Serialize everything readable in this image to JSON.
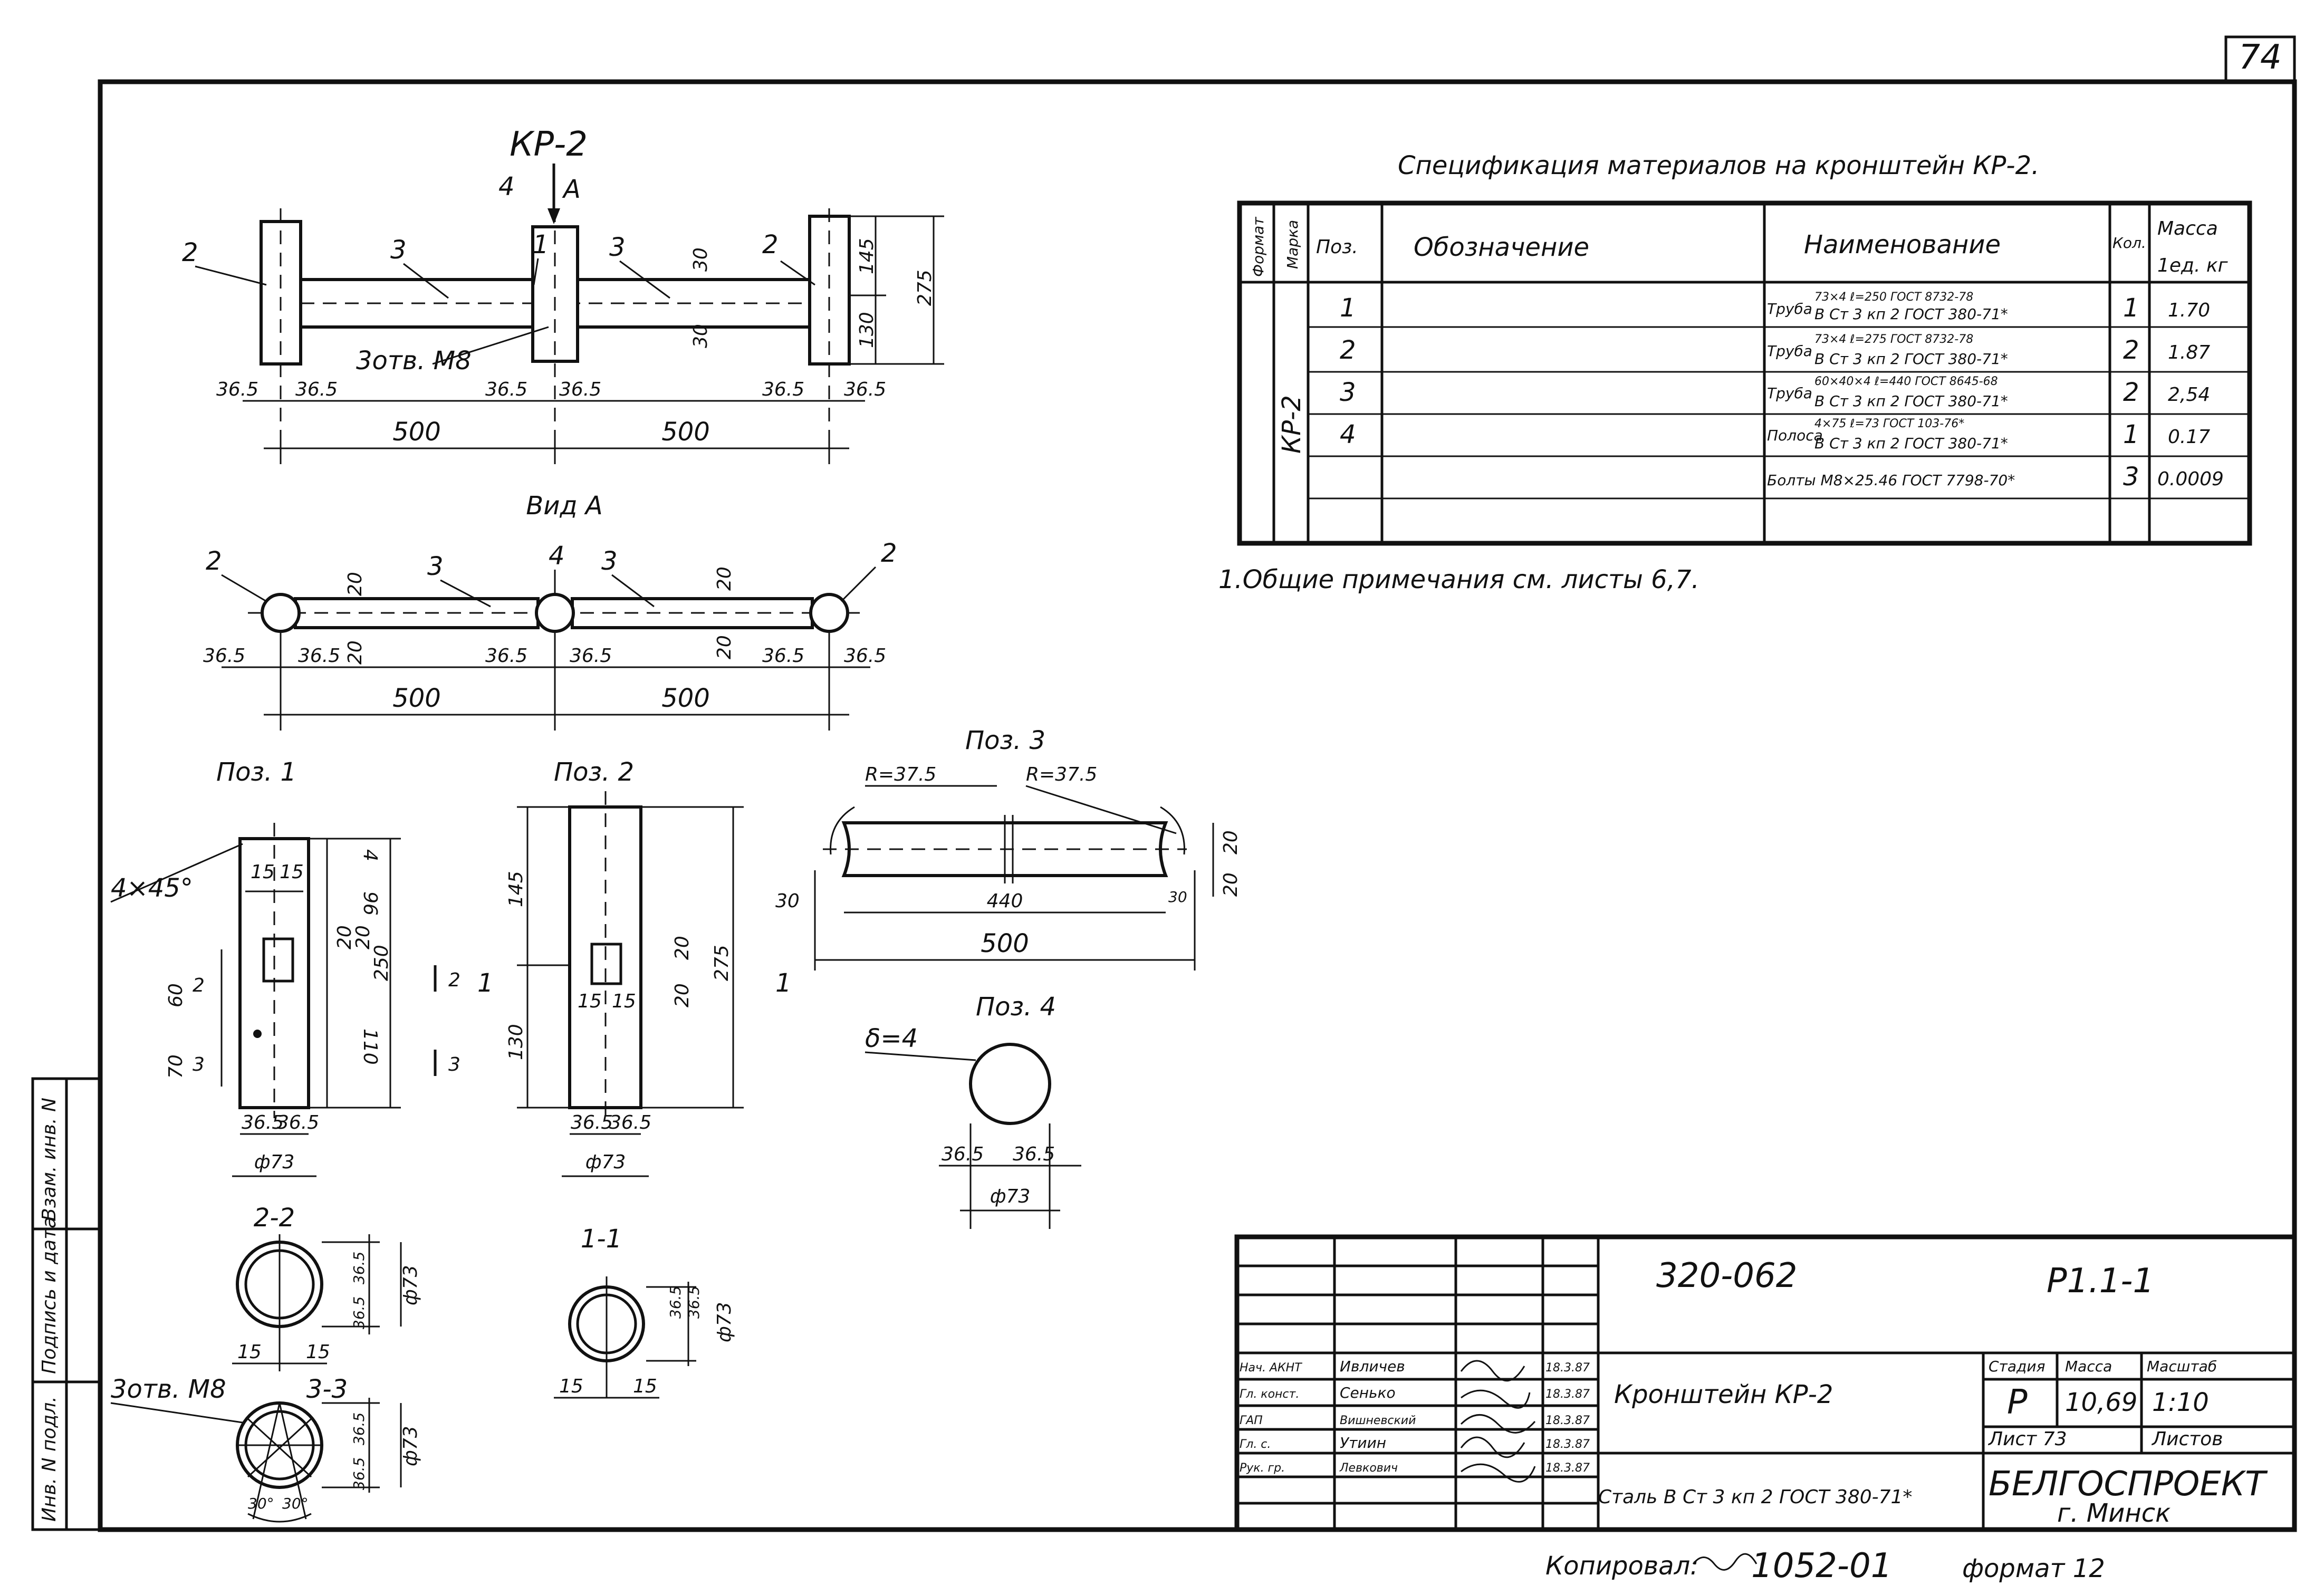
{
  "sheet": {
    "page_number": "74",
    "copied_by_label": "Копировал:",
    "copied_by_value": "1052-01",
    "format_label": "формат 12"
  },
  "left_strip": {
    "inv_no": "Инв. N подл.",
    "sign_date": "Подпись и дата",
    "replaced": "Взам. инв. N"
  },
  "main_view": {
    "title": "КР-2",
    "view_marker": "4",
    "arrow_label": "A",
    "callouts": [
      "2",
      "3",
      "1",
      "3",
      "2"
    ],
    "hole_note": "3отв. М8",
    "dim_half_left": "500",
    "dim_half_right": "500",
    "offsets": [
      "36.5",
      "36.5",
      "36.5",
      "36.5",
      "36.5",
      "36.5"
    ],
    "vert_dims": [
      "145",
      "275",
      "130"
    ],
    "small_dims": [
      "30",
      "30"
    ]
  },
  "view_a": {
    "title": "Вид А",
    "callouts": [
      "2",
      "3",
      "4",
      "3",
      "2"
    ],
    "small_dims": [
      "20",
      "20",
      "20",
      "20"
    ],
    "offsets": [
      "36.5",
      "36.5",
      "36.5",
      "36.5",
      "36.5",
      "36.5"
    ],
    "dim_left": "500",
    "dim_right": "500"
  },
  "pos1": {
    "title": "Поз. 1",
    "chamfer": "4×45°",
    "dims_top": [
      "15",
      "15"
    ],
    "dims_right": [
      "4",
      "96",
      "20",
      "20",
      "110",
      "250"
    ],
    "dims_left": [
      "60",
      "70"
    ],
    "section_marks": [
      "2",
      "3",
      "2",
      "3"
    ],
    "dims_bottom": [
      "36.5",
      "36.5"
    ],
    "dia": "ф73"
  },
  "pos2": {
    "title": "Поз. 2",
    "dims_left": [
      "145",
      "130"
    ],
    "dims_inner": [
      "15",
      "15",
      "20",
      "20"
    ],
    "dim_right": "275",
    "section_marks": [
      "1",
      "1"
    ],
    "dims_bottom": [
      "36.5",
      "36.5"
    ],
    "dia": "ф73"
  },
  "pos3": {
    "title": "Поз. 3",
    "radius_left": "R=37.5",
    "radius_right": "R=37.5",
    "dim_inner": "440",
    "dim_total": "500",
    "end_left": "30",
    "end_right": "30",
    "dims_right": [
      "20",
      "20"
    ]
  },
  "pos4": {
    "title": "Поз. 4",
    "thickness": "δ=4",
    "dims_bottom": [
      "36.5",
      "36.5"
    ],
    "dia": "ф73"
  },
  "section_22": {
    "title": "2-2",
    "dims_bottom": [
      "15",
      "15"
    ],
    "dims_right": [
      "36.5",
      "36.5"
    ],
    "dia": "ф73"
  },
  "section_11": {
    "title": "1-1",
    "dims_bottom": [
      "15",
      "15"
    ],
    "dims_right": [
      "36.5",
      "36.5"
    ],
    "dia": "ф73"
  },
  "section_33": {
    "title": "3-3",
    "hole_note": "3отв. М8",
    "dims_right": [
      "36.5",
      "36.5"
    ],
    "dia": "ф73",
    "angles": [
      "30°",
      "30°"
    ]
  },
  "spec": {
    "title": "Спецификация материалов на кронштейн КР-2.",
    "headers": {
      "format": "Формат",
      "mark": "Марка",
      "pos": "Поз.",
      "designation": "Обозначение",
      "name": "Наименование",
      "qty": "Кол.",
      "mass1": "Масса",
      "mass2": "1ед. кг"
    },
    "mark_value": "КР-2",
    "rows": [
      {
        "pos": "1",
        "kind": "Труба",
        "line1": "73×4 ℓ=250 ГОСТ 8732-78",
        "line2": "В Ст 3 кп 2 ГОСТ 380-71*",
        "qty": "1",
        "mass": "1.70"
      },
      {
        "pos": "2",
        "kind": "Труба",
        "line1": "73×4 ℓ=275 ГОСТ 8732-78",
        "line2": "В Ст 3 кп 2 ГОСТ 380-71*",
        "qty": "2",
        "mass": "1.87"
      },
      {
        "pos": "3",
        "kind": "Труба",
        "line1": "60×40×4 ℓ=440 ГОСТ 8645-68",
        "line2": "В Ст 3 кп 2 ГОСТ 380-71*",
        "qty": "2",
        "mass": "2,54"
      },
      {
        "pos": "4",
        "kind": "Полоса",
        "line1": "4×75 ℓ=73 ГОСТ 103-76*",
        "line2": "В Ст 3 кп 2 ГОСТ 380-71*",
        "qty": "1",
        "mass": "0.17"
      },
      {
        "pos": "",
        "kind": "",
        "line1": "Болты М8×25.46 ГОСТ 7798-70*",
        "line2": "",
        "qty": "3",
        "mass": "0.0009"
      }
    ],
    "note": "1.Общие примечания см. листы 6,7."
  },
  "title_block": {
    "doc_code": "320-062",
    "sheet_code": "Р1.1-1",
    "object_name": "Кронштейн КР-2",
    "material": "Сталь В Ст 3 кп 2 ГОСТ 380-71*",
    "stage_label": "Стадия",
    "mass_label": "Масса",
    "scale_label": "Масштаб",
    "stage_value": "Р",
    "mass_value": "10,69",
    "scale_value": "1:10",
    "sheet_label": "Лист 73",
    "sheets_label": "Листов",
    "org": "БЕЛГОСПРОЕКТ",
    "city": "г. Минск",
    "staff": [
      {
        "role": "Нач. АКНТ",
        "name": "Ивличев",
        "date": "18.3.87"
      },
      {
        "role": "Гл. конст.",
        "name": "Сенько",
        "date": "18.3.87"
      },
      {
        "role": "ГАП",
        "name": "Вишневский",
        "date": "18.3.87"
      },
      {
        "role": "Гл. с.",
        "name": "Утиин",
        "date": "18.3.87"
      },
      {
        "role": "Рук. гр.",
        "name": "Левкович",
        "date": "18.3.87"
      }
    ]
  }
}
